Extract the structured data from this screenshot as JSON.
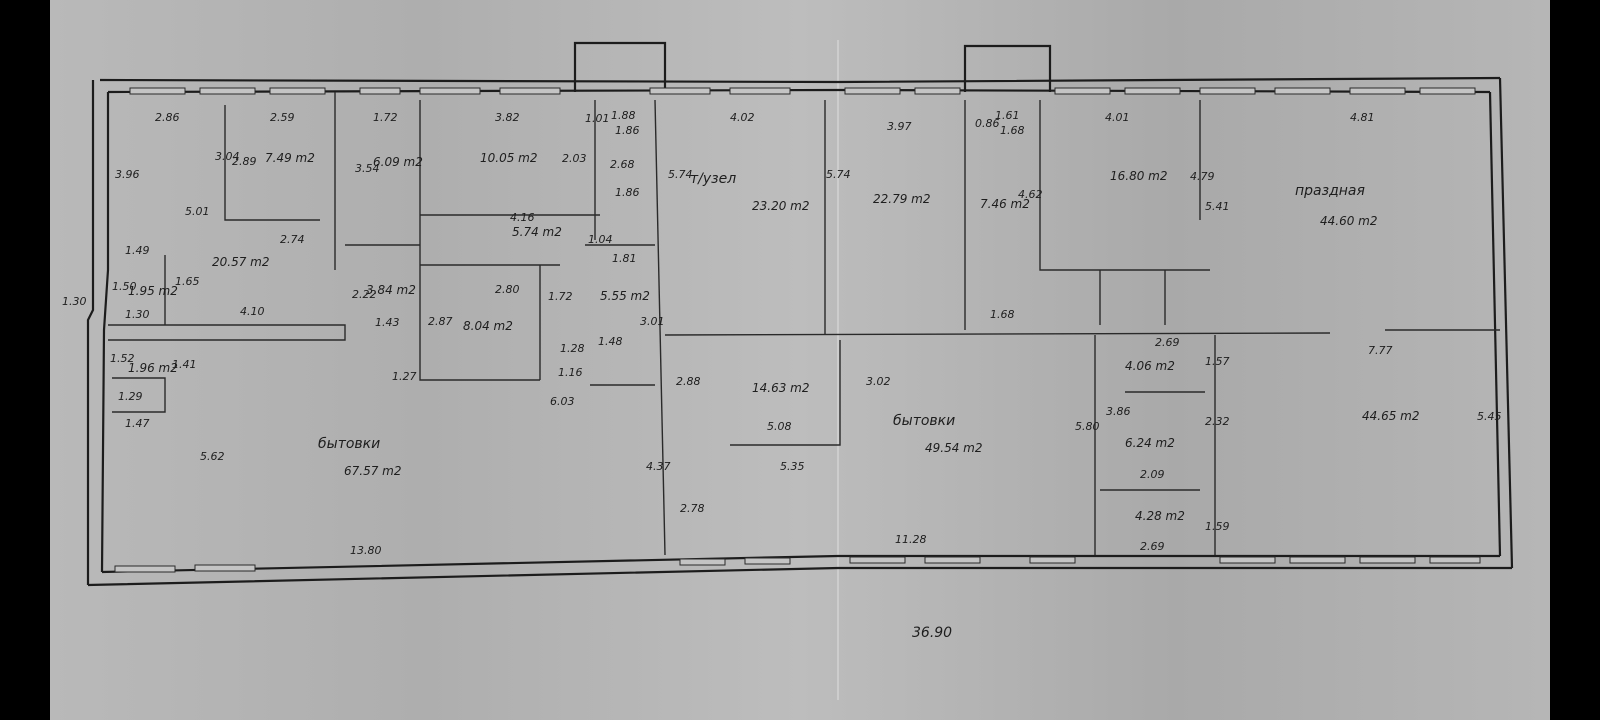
{
  "drawing": {
    "overall_length": "36.90",
    "rooms": [
      {
        "name": "",
        "area": "7.49 m2"
      },
      {
        "name": "",
        "area": "20.57 m2"
      },
      {
        "name": "",
        "area": "6.09 m2"
      },
      {
        "name": "",
        "area": "10.05 m2"
      },
      {
        "name": "",
        "area": "5.74 m2"
      },
      {
        "name": "",
        "area": "3.84 m2"
      },
      {
        "name": "",
        "area": "8.04 m2"
      },
      {
        "name": "",
        "area": "5.55 m2"
      },
      {
        "name": "т/узел",
        "area": "23.20 m2"
      },
      {
        "name": "",
        "area": "22.79 m2"
      },
      {
        "name": "",
        "area": "7.46 m2"
      },
      {
        "name": "",
        "area": "16.80 m2"
      },
      {
        "name": "праздная",
        "area": "44.60 m2"
      },
      {
        "name": "",
        "area": "1.96 m2"
      },
      {
        "name": "",
        "area": "1.95 m2"
      },
      {
        "name": "бытовки",
        "area": "67.57 m2"
      },
      {
        "name": "",
        "area": "14.63 m2"
      },
      {
        "name": "бытовки",
        "area": "49.54 m2"
      },
      {
        "name": "",
        "area": "4.06 m2"
      },
      {
        "name": "",
        "area": "6.24 m2"
      },
      {
        "name": "",
        "area": "4.28 m2"
      },
      {
        "name": "",
        "area": "44.65 m2"
      }
    ],
    "dimensions": [
      "2.86",
      "2.59",
      "1.72",
      "3.82",
      "1.01",
      "1.88",
      "1.86",
      "4.02",
      "3.97",
      "1.61",
      "1.68",
      "4.01",
      "4.81",
      "3.96",
      "3.04",
      "2.89",
      "3.54",
      "2.03",
      "5.01",
      "2.74",
      "1.49",
      "1.65",
      "1.50",
      "1.30",
      "4.10",
      "1.30",
      "4.16",
      "1.04",
      "2.68",
      "1.81",
      "1.86",
      "0.86",
      "4.62",
      "4.79",
      "5.41",
      "5.74",
      "5.74",
      "2.22",
      "1.43",
      "1.27",
      "2.87",
      "2.80",
      "1.72",
      "1.28",
      "1.16",
      "1.48",
      "3.01",
      "6.03",
      "1.52",
      "1.41",
      "1.29",
      "1.47",
      "5.62",
      "13.80",
      "4.37",
      "2.78",
      "2.88",
      "5.08",
      "5.35",
      "3.02",
      "11.28",
      "1.68",
      "2.69",
      "1.57",
      "3.86",
      "2.32",
      "5.80",
      "2.09",
      "1.59",
      "2.69",
      "7.77",
      "5.45"
    ]
  }
}
